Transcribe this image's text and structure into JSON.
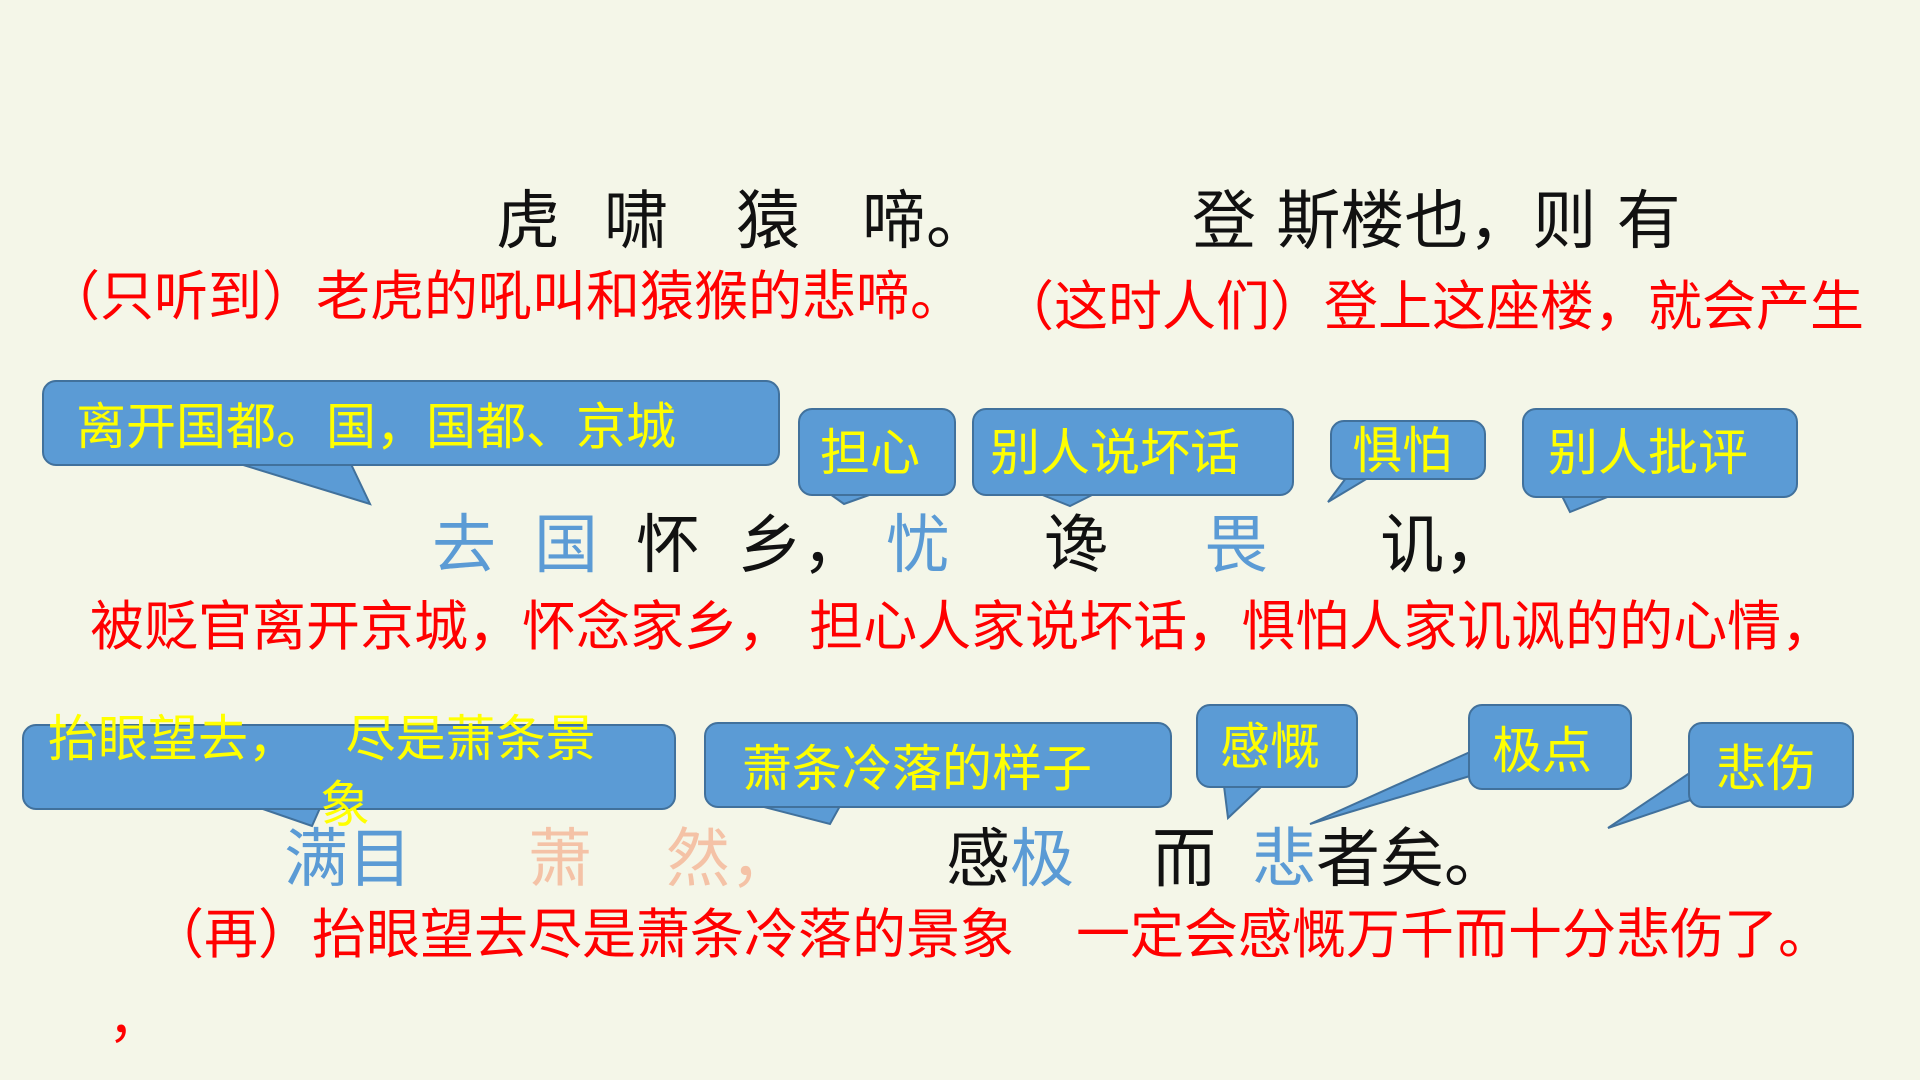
{
  "line1": {
    "left_chars": [
      "虎",
      "啸",
      "猿",
      "啼。"
    ],
    "right": "登 斯楼也，则 有",
    "translation_left": "（只听到）老虎的吼叫和猿猴的悲啼。",
    "translation_right": "（这时人们）登上这座楼，就会产生"
  },
  "line2": {
    "chars": [
      {
        "text": "去",
        "color": "#5b9bd5"
      },
      {
        "text": "国",
        "color": "#5b9bd5"
      },
      {
        "text": "怀",
        "color": "#111111"
      },
      {
        "text": "乡，",
        "color": "#111111"
      },
      {
        "text": "忧",
        "color": "#5b9bd5"
      },
      {
        "text": "谗",
        "color": "#111111"
      },
      {
        "text": "畏",
        "color": "#5b9bd5"
      },
      {
        "text": "讥，",
        "color": "#111111"
      }
    ],
    "translation": "被贬官离开京城，怀念家乡， 担心人家说坏话，惧怕人家讥讽的的心情，",
    "callouts": {
      "qu_guo": "离开国都。国，国都、京城",
      "you": "担心",
      "chan": "别人说坏话",
      "wei": "惧怕",
      "ji": "别人批评"
    }
  },
  "line3": {
    "chars": [
      {
        "text": "满目",
        "color": "#5b9bd5"
      },
      {
        "text": "萧",
        "color": "#f4c2a6"
      },
      {
        "text": "然，",
        "color": "#f4c2a6"
      },
      {
        "text": "感",
        "color": "#111111"
      },
      {
        "text": "极",
        "color": "#5b9bd5"
      },
      {
        "text": "而",
        "color": "#111111"
      },
      {
        "text": "悲",
        "color": "#5b9bd5"
      },
      {
        "text": "者矣。",
        "color": "#111111"
      }
    ],
    "translation_left": "（再）抬眼望去尽是萧条冷落的景象",
    "translation_right": "一定会感慨万千而十分悲伤了。",
    "stray_comma": "，",
    "callouts": {
      "man_mu_line1": "抬眼望去，   尽是萧条景",
      "man_mu_line2": "象",
      "xiao_ran": "萧条冷落的样子",
      "gan": "感慨",
      "ji": "极点",
      "bei": "悲伤"
    }
  },
  "colors": {
    "background": "#f4f6e8",
    "callout_fill": "#5b9bd5",
    "callout_text": "#ffff00",
    "translation": "#ff0000",
    "highlight_blue": "#5b9bd5",
    "highlight_peach": "#f4c2a6"
  }
}
